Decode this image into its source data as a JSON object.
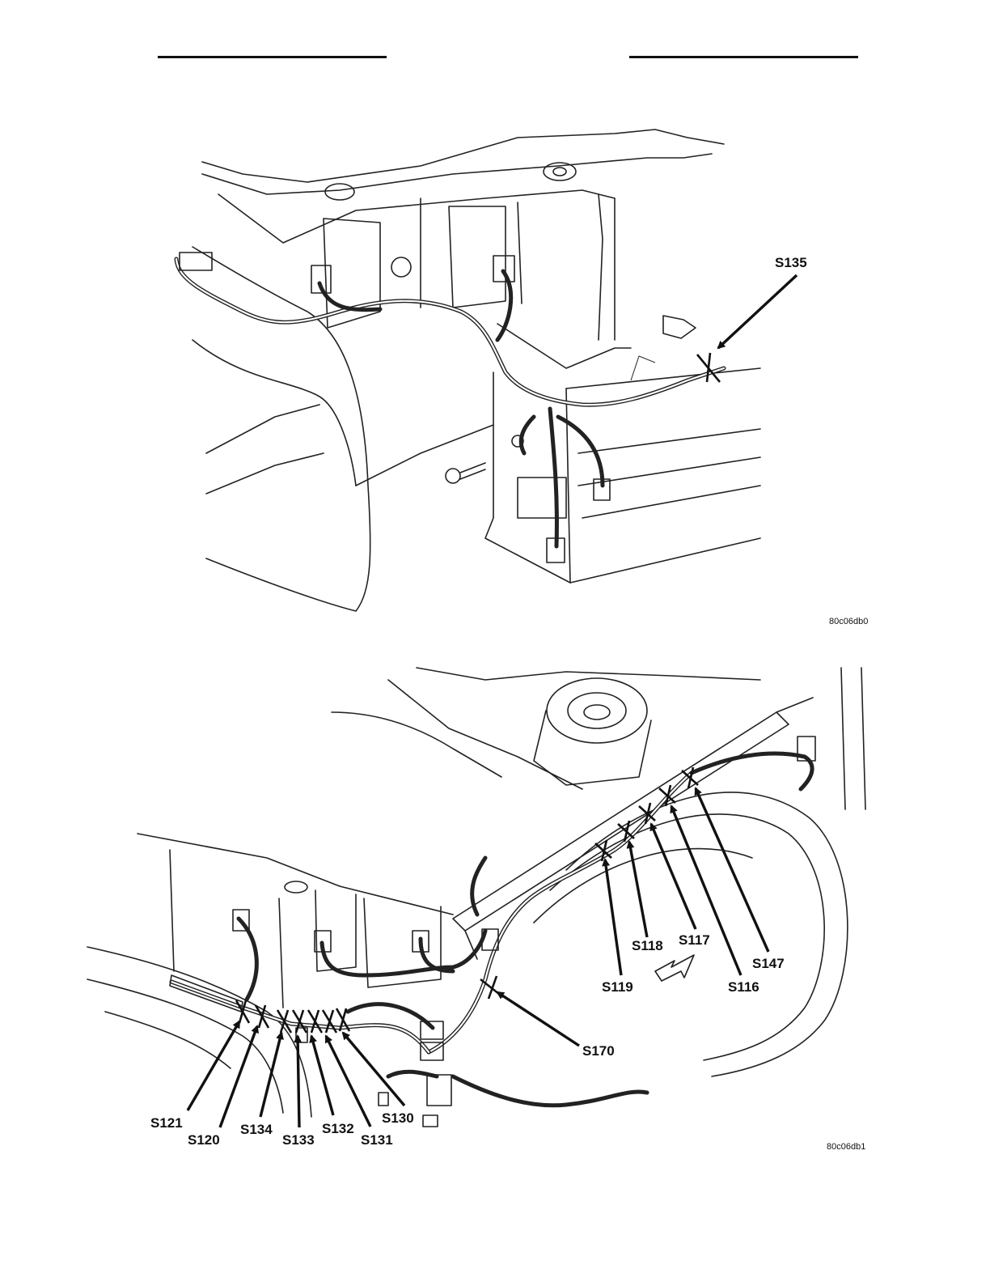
{
  "header": {
    "left_rule": true,
    "right_rule": true
  },
  "figure_top": {
    "id": "80c06db0",
    "splices": [
      {
        "label": "S135"
      }
    ]
  },
  "figure_bottom": {
    "id": "80c06db1",
    "splices": [
      {
        "label": "S121"
      },
      {
        "label": "S120"
      },
      {
        "label": "S134"
      },
      {
        "label": "S133"
      },
      {
        "label": "S132"
      },
      {
        "label": "S131"
      },
      {
        "label": "S130"
      },
      {
        "label": "S170"
      },
      {
        "label": "S119"
      },
      {
        "label": "S118"
      },
      {
        "label": "S117"
      },
      {
        "label": "S116"
      },
      {
        "label": "S147"
      }
    ]
  },
  "colors": {
    "ink": "#111111",
    "paper": "#ffffff"
  }
}
